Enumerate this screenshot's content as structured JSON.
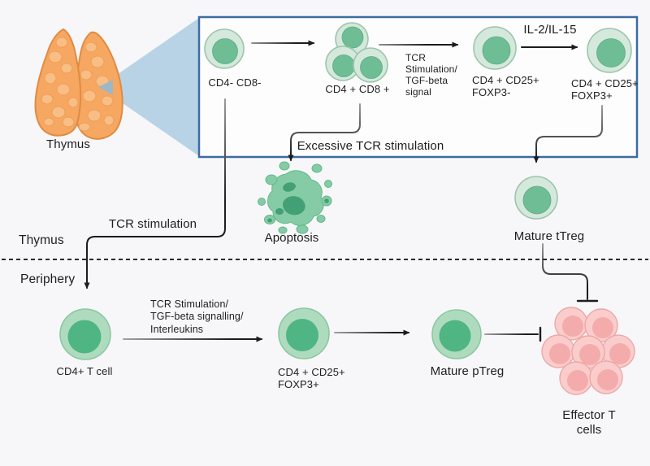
{
  "palette": {
    "background": "#f7f7f9",
    "inset_border": "#3d6ca0",
    "inset_fill": "#fdfdfe",
    "zoom_triangle": "#b9d3e6",
    "zoom_triangle_tip": "#9db7c7",
    "green_cell_outer": "#d5e8dc",
    "green_cell_border": "#9cc5ab",
    "green_cell_inner": "#6fbd95",
    "periphery_cell_inner": "#4fb583",
    "pink_cell_outer": "#fbcccc",
    "pink_cell_border": "#eca8a8",
    "pink_cell_inner": "#f4abab",
    "thymus_fill": "#f6a862",
    "thymus_outline": "#e18a42",
    "thymus_bump": "#f9c189",
    "apoptosis_light": "#85cca6",
    "apoptosis_dark": "#42a074",
    "line_color": "#1c1c1c"
  },
  "diagram": {
    "thymus_organ_label": "Thymus",
    "inset": {
      "cell_double_negative_label": "CD4- CD8-",
      "cell_double_positive_label": "CD4 + CD8 +",
      "tcr_signal_label": "TCR\nStimulation/\nTGF-beta\nsignal",
      "il2_label": "IL-2/IL-15",
      "foxp3_negative_label": "CD4 + CD25+\nFOXP3-",
      "foxp3_positive_label": "CD4 + CD25+\nFOXP3+"
    },
    "excessive_label": "Excessive TCR stimulation",
    "apoptosis_label": "Apoptosis",
    "mature_ttreg_label": "Mature tTreg",
    "regions": {
      "thymus": "Thymus",
      "periphery": "Periphery"
    },
    "tcr_stimulation_label": "TCR stimulation",
    "periphery_row": {
      "cd4_t_cell_label": "CD4+ T cell",
      "signal_label": "TCR Stimulation/\nTGF-beta signalling/\nInterleukins",
      "foxp3_positive_label": "CD4 + CD25+\nFOXP3+",
      "mature_ptreg_label": "Mature pTreg",
      "effector_label": "Effector T cells"
    }
  }
}
